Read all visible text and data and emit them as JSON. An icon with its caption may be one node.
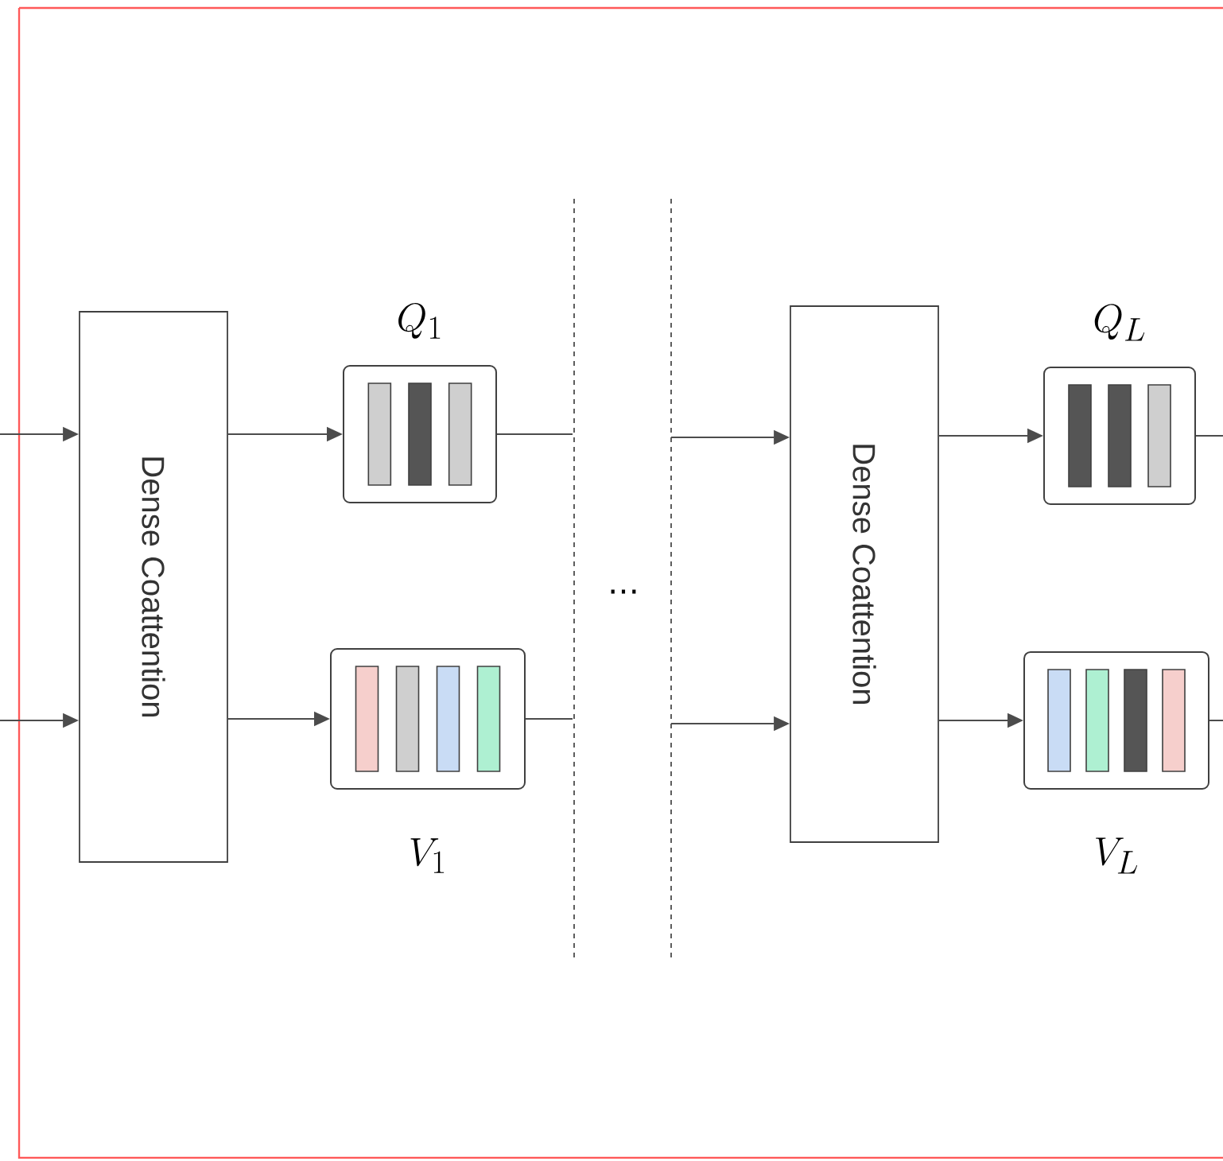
{
  "diagram": {
    "nodes": [
      {
        "text": [
          "Dense Coattention"
        ]
      },
      {
        "text": [
          "Q_1"
        ]
      },
      {
        "text": [
          "V_1"
        ]
      },
      {
        "text": [
          "Dense Coattention"
        ]
      },
      {
        "text": [
          "Q_L"
        ]
      },
      {
        "text": [
          "V_L"
        ]
      }
    ],
    "edges": [
      {
        "from": null,
        "to": 0,
        "arrow": "to"
      },
      {
        "from": null,
        "to": 0,
        "arrow": "to"
      },
      {
        "from": 0,
        "to": 1,
        "arrow": "to"
      },
      {
        "from": 0,
        "to": 2,
        "arrow": "to"
      },
      {
        "from": 1,
        "to": null,
        "arrow": "none"
      },
      {
        "from": 2,
        "to": null,
        "arrow": "none"
      },
      {
        "from": null,
        "to": 3,
        "arrow": "to"
      },
      {
        "from": null,
        "to": 3,
        "arrow": "to"
      },
      {
        "from": 3,
        "to": 4,
        "arrow": "to"
      },
      {
        "from": 3,
        "to": 5,
        "arrow": "to"
      },
      {
        "from": 4,
        "to": null,
        "arrow": "none"
      },
      {
        "from": 5,
        "to": null,
        "arrow": "none"
      }
    ],
    "labels": [
      "…"
    ]
  }
}
